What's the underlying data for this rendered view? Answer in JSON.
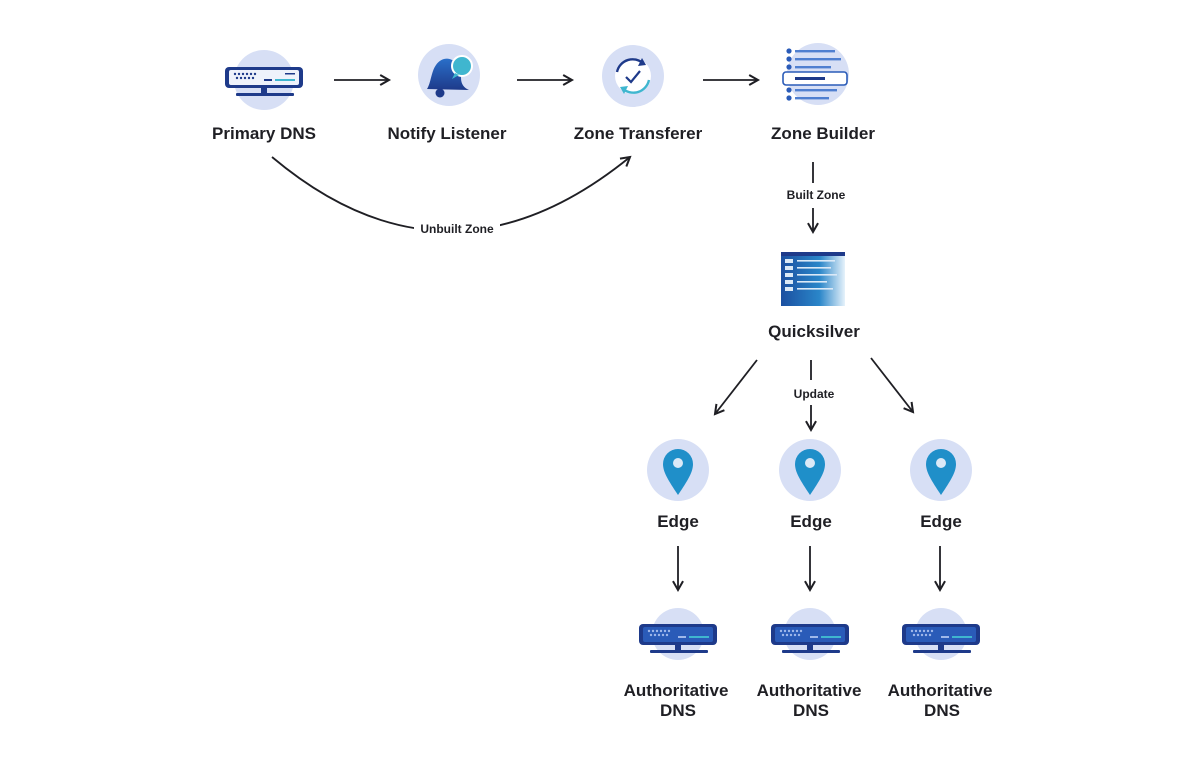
{
  "nodes": {
    "primary_dns": "Primary DNS",
    "notify_listener": "Notify Listener",
    "zone_transferer": "Zone Transferer",
    "zone_builder": "Zone Builder",
    "quicksilver": "Quicksilver",
    "edges": [
      "Edge",
      "Edge",
      "Edge"
    ],
    "authoritative": [
      {
        "line1": "Authoritative",
        "line2": "DNS"
      },
      {
        "line1": "Authoritative",
        "line2": "DNS"
      },
      {
        "line1": "Authoritative",
        "line2": "DNS"
      }
    ]
  },
  "edge_labels": {
    "unbuilt_zone": "Unbuilt Zone",
    "built_zone": "Built Zone",
    "update": "Update"
  },
  "icons": {
    "primary_dns": "server-icon",
    "notify_listener": "bell-chat-icon",
    "zone_transferer": "sync-check-icon",
    "zone_builder": "list-builder-icon",
    "quicksilver": "database-panel-icon",
    "edge": "location-pin-icon",
    "authoritative_dns": "server-icon"
  },
  "colors": {
    "circle": "#d7dff5",
    "dark_blue": "#1e3a8a",
    "mid_blue": "#2a5bb8",
    "cyan": "#3fb6cf",
    "pin_blue": "#1f8fc9",
    "text": "#1f1f24"
  }
}
